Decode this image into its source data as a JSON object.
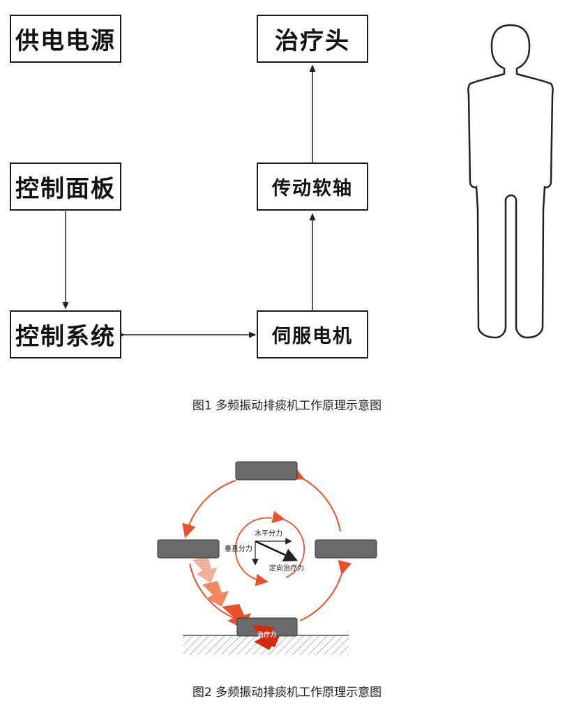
{
  "figure1": {
    "boxes": {
      "power": "供电电源",
      "panel": "控制面板",
      "control": "控制系统",
      "head": "治疗头",
      "shaft": "传动软轴",
      "motor": "伺服电机"
    },
    "caption": "图1 多频振动排痰机工作原理示意图"
  },
  "figure2": {
    "labels": {
      "horizontal": "水平分力",
      "vertical": "垂直分力",
      "directional": "定向治疗力",
      "therapy": "治疗力"
    },
    "colors": {
      "circle": "#e8522a",
      "pad": "#6b6b6b",
      "arrow_dark": "#d42a0e"
    },
    "caption": "图2 多频振动排痰机工作原理示意图"
  }
}
